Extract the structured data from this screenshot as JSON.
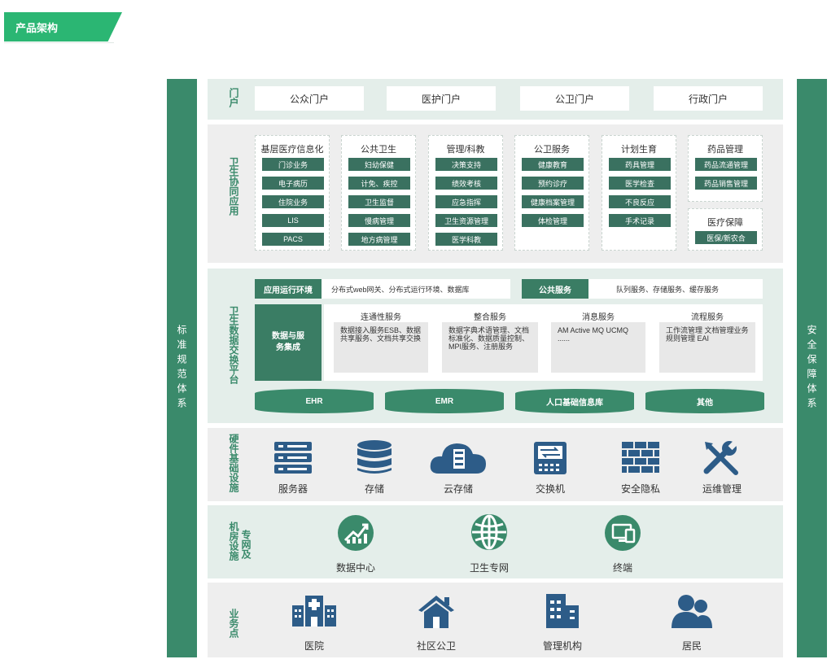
{
  "header": {
    "title": "产品架构"
  },
  "left_pillar": "标准规范体系",
  "right_pillar": "安全保障体系",
  "portal": {
    "label": "门户",
    "items": [
      "公众门户",
      "医护门户",
      "公卫门户",
      "行政门户"
    ]
  },
  "apps": {
    "label": "卫生协同应用",
    "columns": [
      {
        "title": "基层医疗信息化",
        "items": [
          "门诊业务",
          "电子病历",
          "住院业务",
          "LIS",
          "PACS"
        ]
      },
      {
        "title": "公共卫生",
        "items": [
          "妇幼保健",
          "计免、疾控",
          "卫生监督",
          "慢病管理",
          "地方病管理"
        ]
      },
      {
        "title": "管理/科教",
        "items": [
          "决策支持",
          "绩效考核",
          "应急指挥",
          "卫生资源管理",
          "医学科教"
        ]
      },
      {
        "title": "公卫服务",
        "items": [
          "健康教育",
          "预约诊疗",
          "健康档案管理",
          "体检管理"
        ]
      },
      {
        "title": "计划生育",
        "items": [
          "药具管理",
          "医学检查",
          "不良反应",
          "手术记录"
        ]
      },
      {
        "title": "药品管理",
        "items": [
          "药品流通管理",
          "药品销售管理"
        ]
      },
      {
        "title": "医疗保障",
        "items": [
          "医保/新农合"
        ]
      }
    ]
  },
  "exchange": {
    "label": "卫生数据交换平台",
    "runtime_label": "应用运行环境",
    "runtime_desc": "分布式web网关、分布式运行环境、数据库",
    "public_label": "公共服务",
    "public_desc": "队列服务、存储服务、缓存服务",
    "integration_label": "数据与服务集成",
    "services": [
      {
        "title": "连通性服务",
        "desc": "数据接入服务ESB、数据共享服务、文档共享交换"
      },
      {
        "title": "整合服务",
        "desc": "数据字典术语管理、文档标准化、数据质量控制、MPI服务、注册服务"
      },
      {
        "title": "消息服务",
        "desc": "AM Active MQ UCMQ ......"
      },
      {
        "title": "流程服务",
        "desc": "工作流管理 文档管理业务规则管理 EAI"
      }
    ],
    "databases": [
      "EHR",
      "EMR",
      "人口基础信息库",
      "其他"
    ]
  },
  "hardware": {
    "label": "硬件基础设施",
    "items": [
      {
        "name": "服务器",
        "icon": "server-icon"
      },
      {
        "name": "存储",
        "icon": "storage-icon"
      },
      {
        "name": "云存储",
        "icon": "cloud-storage-icon"
      },
      {
        "name": "交换机",
        "icon": "switch-icon"
      },
      {
        "name": "安全隐私",
        "icon": "firewall-icon"
      },
      {
        "name": "运维管理",
        "icon": "tools-icon"
      }
    ]
  },
  "network": {
    "label_a": "机房设施",
    "label_b": "专网及",
    "items": [
      {
        "name": "数据中心",
        "icon": "datacenter-icon"
      },
      {
        "name": "卫生专网",
        "icon": "globe-icon"
      },
      {
        "name": "终端",
        "icon": "terminal-icon"
      }
    ]
  },
  "business": {
    "label": "业务点",
    "items": [
      {
        "name": "医院",
        "icon": "hospital-icon"
      },
      {
        "name": "社区公卫",
        "icon": "community-icon"
      },
      {
        "name": "管理机构",
        "icon": "office-building-icon"
      },
      {
        "name": "居民",
        "icon": "residents-icon"
      }
    ]
  },
  "colors": {
    "primary": "#3a8a6b",
    "accent": "#2bb673",
    "band": "#e4eeea",
    "pill": "#3a7160"
  }
}
